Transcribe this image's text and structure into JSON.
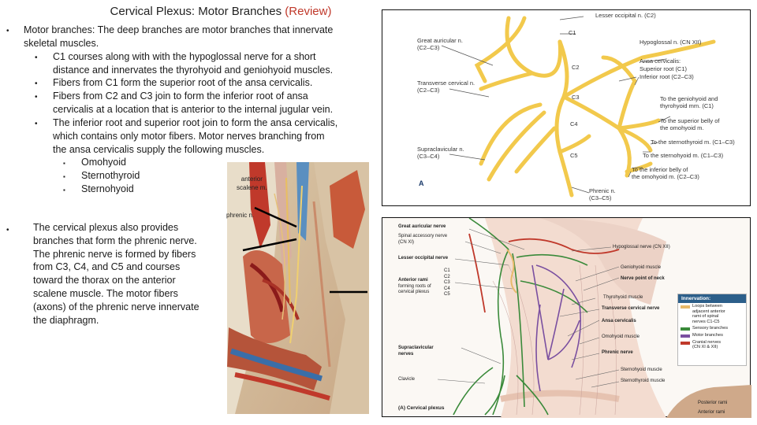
{
  "slide": {
    "title": "Cervical Plexus: Motor Branches ",
    "title_highlight": "(Review)",
    "bullet1": "Motor branches: The deep branches are motor branches that innervate",
    "bullet1_cont": "skeletal muscles.",
    "sub": [
      [
        "C1 courses along with with the hypoglossal nerve for a short",
        "distance and innervates the thyrohyoid and geniohyoid muscles."
      ],
      [
        "Fibers from C1 form the superior root of the ansa cervicalis."
      ],
      [
        "Fibers from C2 and C3 join to form the inferior root of ansa",
        "cervicalis at a location that is anterior to the internal jugular vein."
      ],
      [
        "The inferior root and superior root join to form the ansa cervicalis,",
        "which  contains only motor fibers. Motor nerves branching from",
        "the ansa cervicalis supply the following muscles."
      ]
    ],
    "muscles": [
      "Omohyoid",
      "Sternothyroid",
      "Sternohyoid"
    ],
    "bullet2": [
      "The cervical plexus also provides",
      "branches that form the phrenic nerve.",
      "The phrenic nerve is formed by fibers",
      "from C3, C4, and C5 and courses",
      "toward the thorax on the anterior",
      "scalene muscle. The motor fibers",
      "(axons) of the phrenic nerve innervate",
      "the diaphragm."
    ],
    "bullet_char": "•",
    "sub_bullet_char": "•",
    "small_bullet_char": "▪"
  },
  "photo_labels": {
    "anterior1": "anterior",
    "anterior2": "scalene m.",
    "phrenic": "phrenic n."
  },
  "diagram_a": {
    "lesser_occipital": "Lesser occipital n. (C2)",
    "great_auricular": [
      "Great auricular n.",
      "(C2–C3)"
    ],
    "transverse_cervical": [
      "Transverse cervical n.",
      "(C2–C3)"
    ],
    "supraclavicular": [
      "Supraclavicular n.",
      "(C3–C4)"
    ],
    "levels": [
      "C1",
      "C2",
      "C3",
      "C4",
      "C5"
    ],
    "hypoglossal": "Hypoglossal n. (CN XII)",
    "ansa": "Ansa cervicalis:",
    "sup_root": "Superior root (C1)",
    "inf_root": "Inferior root (C2–C3)",
    "to_genio": [
      "To the geniohyoid and",
      "thyrohyoid mm. (C1)"
    ],
    "to_sup_omo": [
      "To the superior belly of",
      "the omohyoid m."
    ],
    "to_sternothyroid": "To the sternothyroid m. (C1–C3)",
    "to_sternohyoid": "To the sternohyoid m. (C1–C3)",
    "to_inf_omo": [
      "To the inferior belly of",
      "the omohyoid m. (C2–C3)"
    ],
    "phrenic": [
      "Phrenic n.",
      "(C3–C5)"
    ],
    "letter": "A"
  },
  "diagram_b": {
    "great_auricular": "Great auricular nerve",
    "spinal_accessory": [
      "Spinal accessory nerve",
      "(CN XI)"
    ],
    "lesser_occipital": "Lesser occipital nerve",
    "anterior_rami": [
      "Anterior rami",
      "forming roots of",
      "cervical plexus"
    ],
    "levels": [
      "C1",
      "C2",
      "C3",
      "C4",
      "C5"
    ],
    "supraclavicular": [
      "Supraclavicular",
      "nerves"
    ],
    "clavicle": "Clavicle",
    "caption": "(A) Cervical plexus",
    "hypoglossal": "Hypoglossal nerve (CN XII)",
    "geniohyoid": "Geniohyoid muscle",
    "nerve_point": "Nerve point of neck",
    "thyrohyoid": "Thyrohyoid muscle",
    "transverse_cervical": "Transverse cervical nerve",
    "ansa": "Ansa cervicalis",
    "omohyoid": "Omohyoid muscle",
    "phrenic": "Phrenic nerve",
    "sternohyoid": "Sternohyoid muscle",
    "sternothyroid": "Sternothyroid muscle",
    "posterior_rami": "Posterior rami",
    "anterior_rami_bottom": "Anterior rami",
    "legend_title": "Innervation:",
    "legend": [
      {
        "label": [
          "Loops between",
          "adjacent anterior",
          "rami of spinal",
          "nerves C1-C5"
        ],
        "color": "#e8b96a"
      },
      {
        "label": [
          "Sensory branches"
        ],
        "color": "#3a8a3a"
      },
      {
        "label": [
          "Motor branches"
        ],
        "color": "#7a4fa0"
      },
      {
        "label": [
          "Cranial nerves",
          "(CN XI & XII)"
        ],
        "color": "#c0392b"
      }
    ]
  }
}
